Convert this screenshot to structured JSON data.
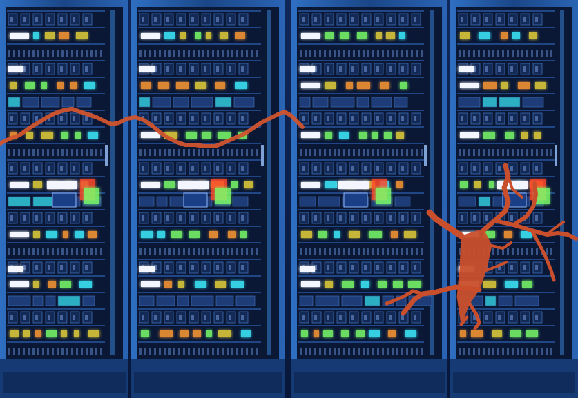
{
  "scene": {
    "subject": "server-racks",
    "rack_count": 4,
    "overlays": [
      "wavy-line",
      "crack"
    ]
  },
  "colors": {
    "background": "#0b1d44",
    "frame": "#1c4a8a",
    "frame_light": "#3a7fd0",
    "panel": "#0a1836",
    "slot_dark": "#142a56",
    "overlay": "#d0542e",
    "led_white": "#f4f6ff",
    "led_green": "#7cff6a",
    "led_yellow": "#e6d23a",
    "led_cyan": "#3cf0ff",
    "led_red": "#ff4a2a",
    "led_orange": "#ff9a30"
  }
}
